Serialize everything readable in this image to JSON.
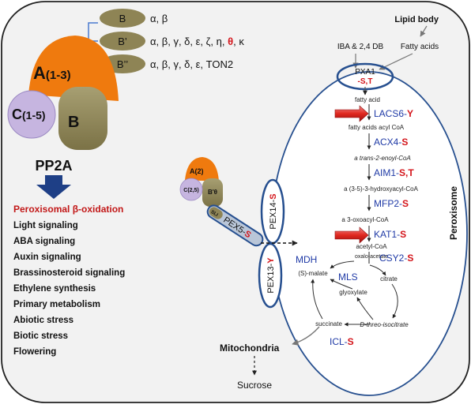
{
  "pp2a": {
    "b_subunits": [
      {
        "name": "B",
        "isoforms": "α, β",
        "extra": "",
        "isoforms_tail": ""
      },
      {
        "name": "B’",
        "isoforms": "α, β, γ, δ, ε, ζ, η,",
        "extra": "θ",
        "isoforms_tail": ", κ"
      },
      {
        "name": "B’’",
        "isoforms": "α, β, γ, δ, ε, TON2",
        "extra": "",
        "isoforms_tail": ""
      }
    ],
    "a_label": "A",
    "a_sub": "(1-3)",
    "c_label": "C",
    "c_sub": "(1-5)",
    "b_label": "B",
    "title": "PP2A"
  },
  "functions": {
    "highlight": "Peroxisomal β-oxidation",
    "items": [
      "Light signaling",
      "ABA signaling",
      "Auxin signaling",
      "Brassinosteroid signaling",
      "Ethylene synthesis",
      "Primary metabolism",
      "Abiotic stress",
      "Biotic stress",
      "Flowering"
    ]
  },
  "mini_complex": {
    "a": "A(2)",
    "c": "C(2,5)",
    "b": "B'θ",
    "sli": "SLI"
  },
  "peroxins": {
    "pex5": {
      "name": "PEX5-",
      "ptm": "S"
    },
    "pex14": {
      "name": "PEX14-",
      "ptm": "S"
    },
    "pex13": {
      "name": "PEX13-",
      "ptm": "Y"
    }
  },
  "inputs": {
    "lipid_body": "Lipid body",
    "iba": "IBA & 2,4 DB",
    "fatty_acids": "Fatty acids"
  },
  "pxa1": {
    "name": "PXA1",
    "ptm": "-S,T"
  },
  "peroxisome_label": "Peroxisome",
  "pathway": [
    {
      "kind": "metabolite",
      "text": "fatty acid"
    },
    {
      "kind": "enzyme",
      "name": "LACS6-",
      "ptm": "Y"
    },
    {
      "kind": "metabolite",
      "text": "fatty acids acyl CoA"
    },
    {
      "kind": "enzyme",
      "name": "ACX4-",
      "ptm": "S"
    },
    {
      "kind": "metabolite",
      "text": "a trans-2-enoyl-CoA"
    },
    {
      "kind": "enzyme",
      "name": "AIM1-",
      "ptm": "S,T"
    },
    {
      "kind": "metabolite",
      "text": "a (3-5)-3-hydroxyacyl-CoA"
    },
    {
      "kind": "enzyme",
      "name": "MFP2-",
      "ptm": "S"
    },
    {
      "kind": "metabolite",
      "text": "a 3-oxoacyl-CoA"
    },
    {
      "kind": "enzyme",
      "name": "KAT1-",
      "ptm": "S"
    },
    {
      "kind": "metabolite",
      "text": "acetyl-CoA"
    }
  ],
  "glyoxylate_cycle": {
    "oxaloacetate": "oxalo-acetate",
    "csy2": {
      "name": "CSY2-",
      "ptm": "S"
    },
    "mdh": "MDH",
    "malate": "(S)-malate",
    "mls": "MLS",
    "glyoxylate": "glyoxylate",
    "citrate": "citrate",
    "isocitrate": "D-threo-isocitrate",
    "succinate": "succinate",
    "icl": {
      "name": "ICL-",
      "ptm": "S"
    }
  },
  "mitochondria": "Mitochondria",
  "sucrose": "Sucrose",
  "colors": {
    "orange": "#ef7a0e",
    "olive": "#8e8455",
    "lavender": "#c6b5e0",
    "blue": "#264f8f",
    "red": "#d4141a",
    "enzyme_blue": "#1f3aa6",
    "panel": "#f2f2f2"
  }
}
